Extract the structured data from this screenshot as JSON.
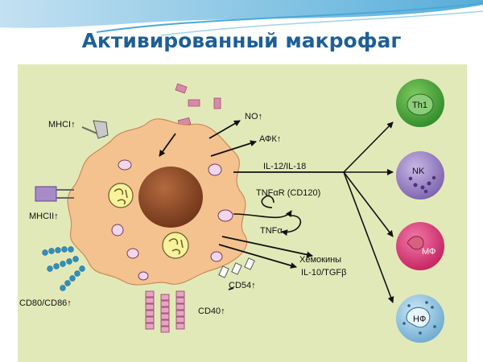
{
  "slide": {
    "title": "Активированный макрофаг"
  },
  "diagram": {
    "labels": {
      "mhc1": "MHCI↑",
      "mhc2": "MHCII↑",
      "cd80_86": "CD80/CD86↑",
      "cd40": "CD40↑",
      "cd54": "CD54↑",
      "no": "NO↑",
      "afk": "АФК↑",
      "il12": "IL-12/IL-18",
      "tnfr": "TNFαR (CD120)",
      "tnf": "TNFα",
      "chemokines": "Хемокины",
      "il10": "IL-10/TGFβ"
    },
    "targets": {
      "th1": "Th1",
      "nk": "NK",
      "mf": "МФ",
      "nf": "НФ"
    },
    "colors": {
      "panel": "#e2e9b8",
      "cell": "#f4c28f",
      "nucleus": "#8a4a28",
      "granule": "#f2d6ec",
      "phagosome": "#f6f39c",
      "receptor_pink": "#e8a4c4",
      "receptor_blue": "#2f8fc0",
      "th1": "#4aa63a",
      "nk": "#9a82c4",
      "mf": "#e03c80",
      "nf": "#9acbe6"
    }
  }
}
